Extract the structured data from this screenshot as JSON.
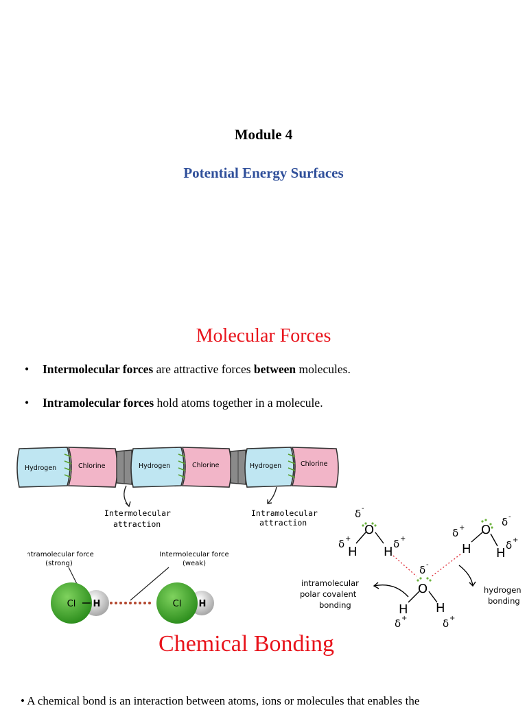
{
  "module": {
    "title": "Module 4",
    "subtitle": "Potential Energy Surfaces"
  },
  "section1": {
    "heading": "Molecular Forces",
    "bullets": [
      {
        "bold1": "Intermolecular forces",
        "text1": " are attractive forces ",
        "bold2": "between",
        "text2": " molecules."
      },
      {
        "bold1": "Intramolecular forces",
        "text1": " hold atoms together in a molecule.",
        "bold2": "",
        "text2": ""
      }
    ]
  },
  "figure_chain": {
    "molecules": [
      {
        "left": "Hydrogen",
        "right": "Chlorine"
      },
      {
        "left": "Hydrogen",
        "right": "Chlorine"
      },
      {
        "left": "Hydrogen",
        "right": "Chlorine"
      }
    ],
    "label_inter_line1": "Intermolecular",
    "label_inter_line2": "attraction",
    "label_intra_line1": "Intramolecular",
    "label_intra_line2": "attraction",
    "colors": {
      "hydrogen": "#bfe6f2",
      "chlorine": "#f2b5c8",
      "joint": "#8a8a8a",
      "bond": "#5aa02c"
    }
  },
  "figure_hcl": {
    "intra_label_line1": "Intramolecular force",
    "intra_label_line2": "(strong)",
    "inter_label_line1": "Intermolecular force",
    "inter_label_line2": "(weak)",
    "cl": "Cl",
    "h": "H",
    "colors": {
      "cl": "#3fae2a",
      "h": "#d9d9d9",
      "dots": "#b3472f"
    }
  },
  "figure_water": {
    "delta_minus": "δ",
    "delta_plus": "δ",
    "sup_minus": "-",
    "sup_plus": "+",
    "o": "O",
    "h": "H",
    "label_left_line1": "intramolecular",
    "label_left_line2": "polar covalent",
    "label_left_line3": "bonding",
    "label_right_line1": "hydrogen",
    "label_right_line2": "bonding",
    "colors": {
      "lone_pairs": "#6db33f",
      "hbond": "#e0303a"
    }
  },
  "section2": {
    "heading": "Chemical Bonding",
    "text": "• A chemical bond is an interaction between atoms, ions or molecules that enables the"
  }
}
